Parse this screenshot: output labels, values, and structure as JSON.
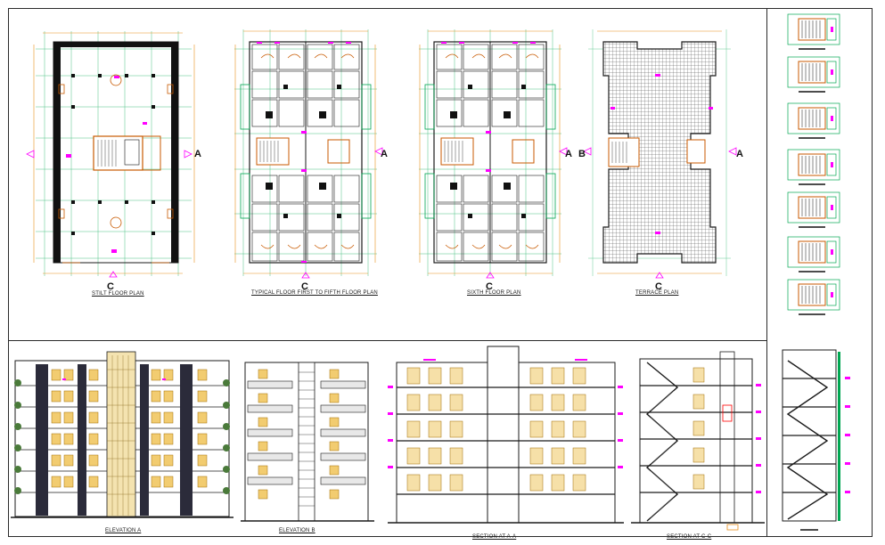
{
  "plans": {
    "stilt": {
      "title": "STILT FLOOR PLAN",
      "section_c": "C",
      "section_a": "A"
    },
    "typical": {
      "title": "TYPICAL FLOOR FIRST TO FIFTH FLOOR PLAN",
      "section_c": "C",
      "section_a": "A"
    },
    "sixth": {
      "title": "SIXTH FLOOR PLAN",
      "section_c": "C",
      "section_a": "A"
    },
    "terrace": {
      "title": "TERRACE PLAN",
      "section_c": "C",
      "section_a": "A",
      "section_b": "B"
    }
  },
  "elevations": {
    "front": {
      "title": "ELEVATION A"
    },
    "side": {
      "title": "ELEVATION B"
    }
  },
  "sections": {
    "aa": {
      "title": "SECTION AT A-A"
    },
    "cc": {
      "title": "SECTION AT C-C"
    }
  },
  "colors": {
    "grid": "#00a651",
    "wall": "#1b1b1b",
    "dimension": "#e8901c",
    "highlight": "#ff00ff",
    "door": "#c85a00",
    "glass": "#3a3af0",
    "text": "#111111"
  }
}
